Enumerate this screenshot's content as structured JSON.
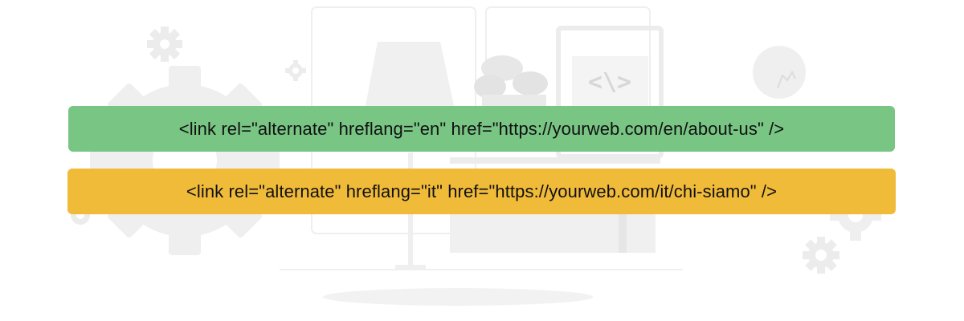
{
  "colors": {
    "en_bar": "#78c584",
    "it_bar": "#f1bb3a",
    "illustration": "#ececec",
    "text": "#111111"
  },
  "illustration": {
    "icons": [
      "gear-icon",
      "gear-icon",
      "gear-icon",
      "gear-icon",
      "gear-icon",
      "table-lamp-icon",
      "potted-plant-icon",
      "code-monitor-icon",
      "light-bulb-icon"
    ],
    "monitor_text": "<\\>"
  },
  "code_lines": [
    {
      "lang": "en",
      "text": "<link rel=\"alternate\" hreflang=\"en\" href=\"https://yourweb.com/en/about-us\" />"
    },
    {
      "lang": "it",
      "text": "<link rel=\"alternate\" hreflang=\"it\" href=\"https://yourweb.com/it/chi-siamo\" />"
    }
  ]
}
